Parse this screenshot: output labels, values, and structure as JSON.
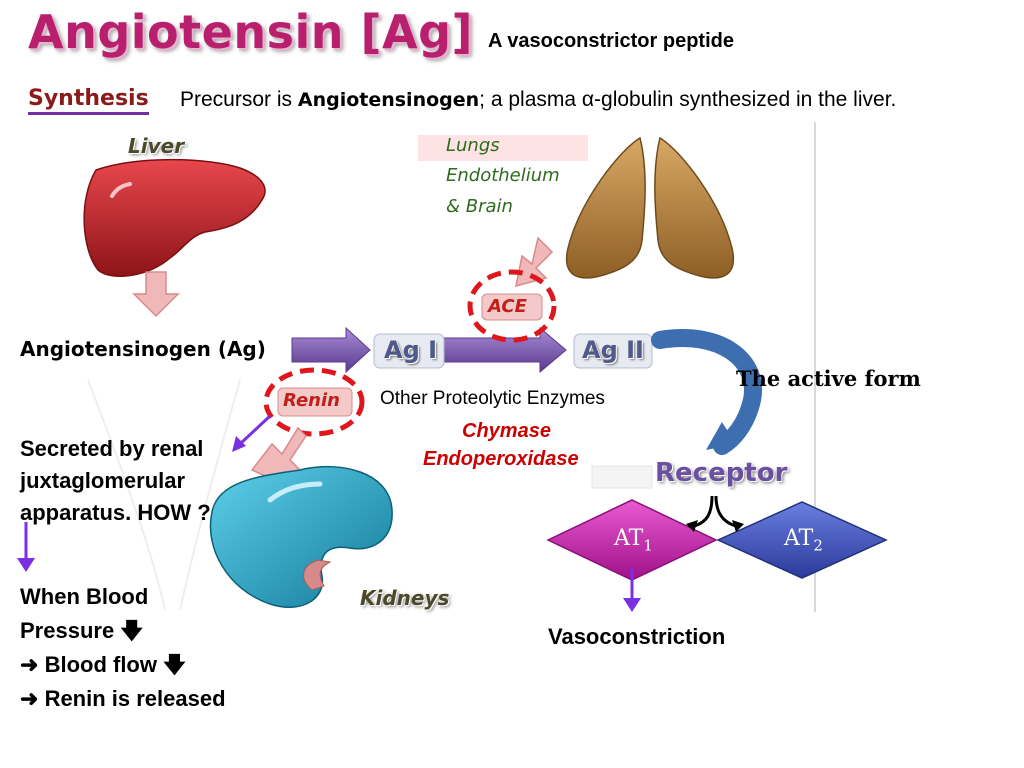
{
  "title": "Angiotensin [Ag]",
  "subtitle": "A  vasoconstrictor peptide",
  "synthesis": {
    "heading": "Synthesis",
    "text_before": "Precursor is ",
    "text_bold": "Angiotensinogen",
    "text_after": "; a plasma α-globulin synthesized in the liver."
  },
  "organs": {
    "liver": "Liver",
    "lungs_lines": [
      "Lungs",
      "Endothelium",
      "& Brain"
    ],
    "kidneys": "Kidneys"
  },
  "pathway": {
    "precursor": "Angiotensinogen (Ag)",
    "ag1": "Ag I",
    "ag2": "Ag II",
    "enzyme_ace": "ACE",
    "enzyme_renin": "Renin",
    "other_enzymes_label": "Other Proteolytic Enzymes",
    "chymase": "Chymase",
    "endoperoxidase": "Endoperoxidase",
    "active_form": "The active form",
    "receptor": "Receptor",
    "at1": "AT",
    "at1_sub": "1",
    "at2": "AT",
    "at2_sub": "2",
    "effect": "Vasoconstriction"
  },
  "renin_release": {
    "secreted": [
      "Secreted by renal",
      "juxtaglomerular",
      "apparatus. HOW ?"
    ],
    "when_bp": "When Blood",
    "pressure": "Pressure",
    "blood_flow": "Blood flow",
    "renin_released": "Renin is released"
  },
  "colors": {
    "title": "#b8206e",
    "liver": "#c0262c",
    "kidney": "#2aa9c9",
    "lungs": "#b5843f",
    "at1": "#c71fa8",
    "at2": "#3b50b8",
    "arrow_purple": "#7a4fb0",
    "arrow_pink": "#eeaaaa",
    "dashed_red": "#e0161d"
  }
}
